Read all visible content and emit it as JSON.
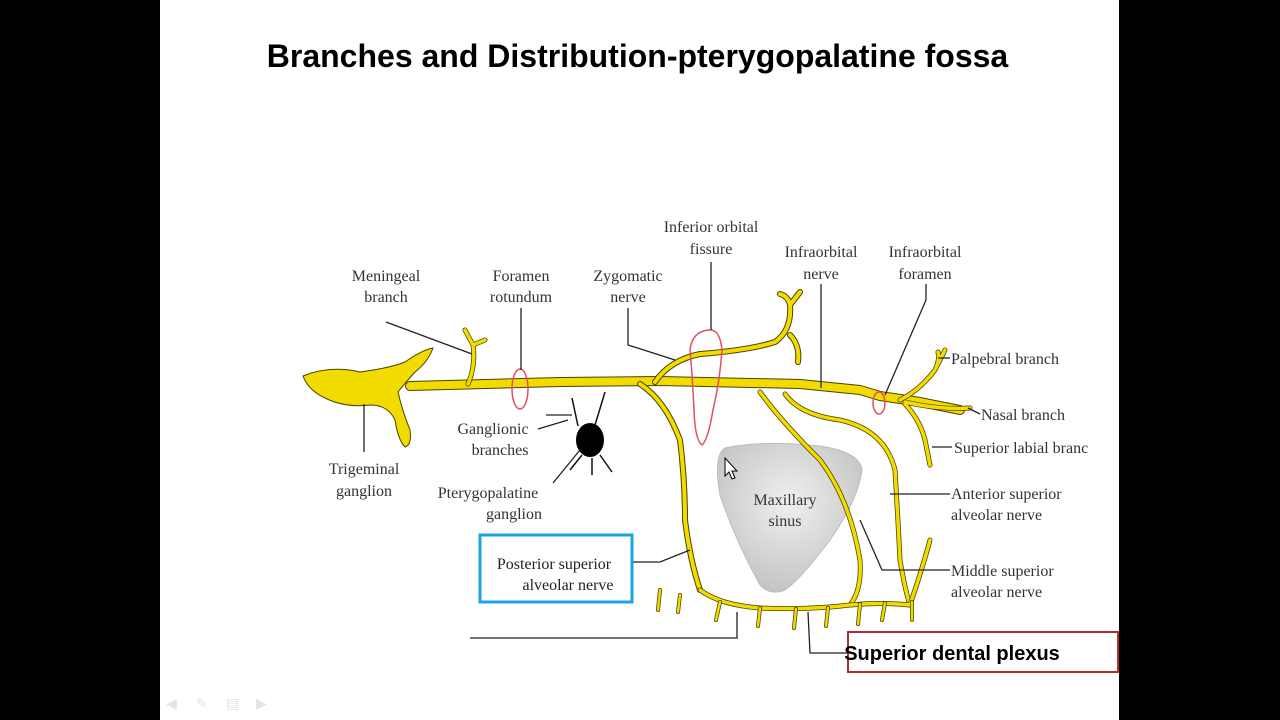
{
  "slide": {
    "title": "Branches and Distribution-pterygopalatine fossa"
  },
  "labels": {
    "meningeal_branch": [
      "Meningeal",
      "branch"
    ],
    "foramen_rotundum": [
      "Foramen",
      "rotundum"
    ],
    "zygomatic_nerve": [
      "Zygomatic",
      "nerve"
    ],
    "inferior_orbital_fissure": [
      "Inferior orbital",
      "fissure"
    ],
    "infraorbital_nerve": [
      "Infraorbital",
      "nerve"
    ],
    "infraorbital_foramen": [
      "Infraorbital",
      "foramen"
    ],
    "palpebral_branch": "Palpebral branch",
    "nasal_branch": "Nasal branch",
    "superior_labial_branch": "Superior labial branc",
    "anterior_superior_alveolar_nerve": [
      "Anterior superior",
      "alveolar nerve"
    ],
    "middle_superior_alveolar_nerve": [
      "Middle superior",
      "alveolar nerve"
    ],
    "trigeminal_ganglion": [
      "Trigeminal",
      "ganglion"
    ],
    "ganglionic_branches": [
      "Ganglionic",
      "branches"
    ],
    "pterygopalatine_ganglion": [
      "Pterygopalatine",
      "ganglion"
    ],
    "maxillary_sinus": [
      "Maxillary",
      "sinus"
    ],
    "posterior_superior_alveolar_nerve": [
      "Posterior superior",
      "alveolar nerve"
    ],
    "superior_dental_plexus": "Superior dental plexus"
  },
  "colors": {
    "nerve": "#f2dc00",
    "highlight_box": "#1aa3e0",
    "plexus_box": "#b03030",
    "foramen_outline": "#e05060",
    "ganglion": "#000000",
    "sinus": "#d4d4d4"
  },
  "icons": [
    "nav-back-icon",
    "nav-pen-icon",
    "nav-menu-icon",
    "nav-forward-icon"
  ]
}
